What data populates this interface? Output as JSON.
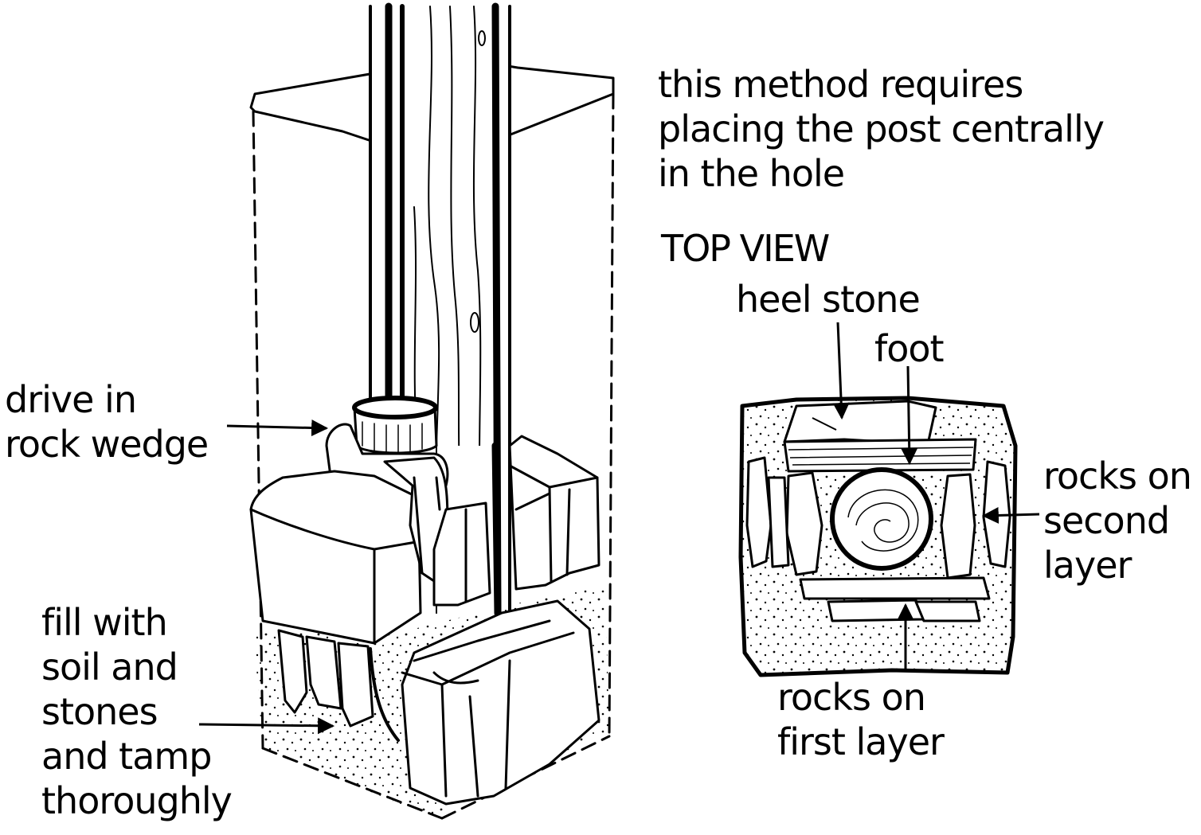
{
  "caption": {
    "lines": [
      "this method requires",
      "placing the post centrally",
      "in the hole"
    ]
  },
  "top_view": {
    "title": "TOP VIEW",
    "heel_stone": "heel stone",
    "foot": "foot",
    "second_layer": [
      "rocks on",
      "second",
      "layer"
    ],
    "first_layer": [
      "rocks on",
      "first layer"
    ]
  },
  "side_view": {
    "wedge": [
      "drive in",
      "rock wedge"
    ],
    "fill": [
      "fill with",
      "soil and",
      "stones",
      "and tamp",
      "thoroughly"
    ]
  }
}
